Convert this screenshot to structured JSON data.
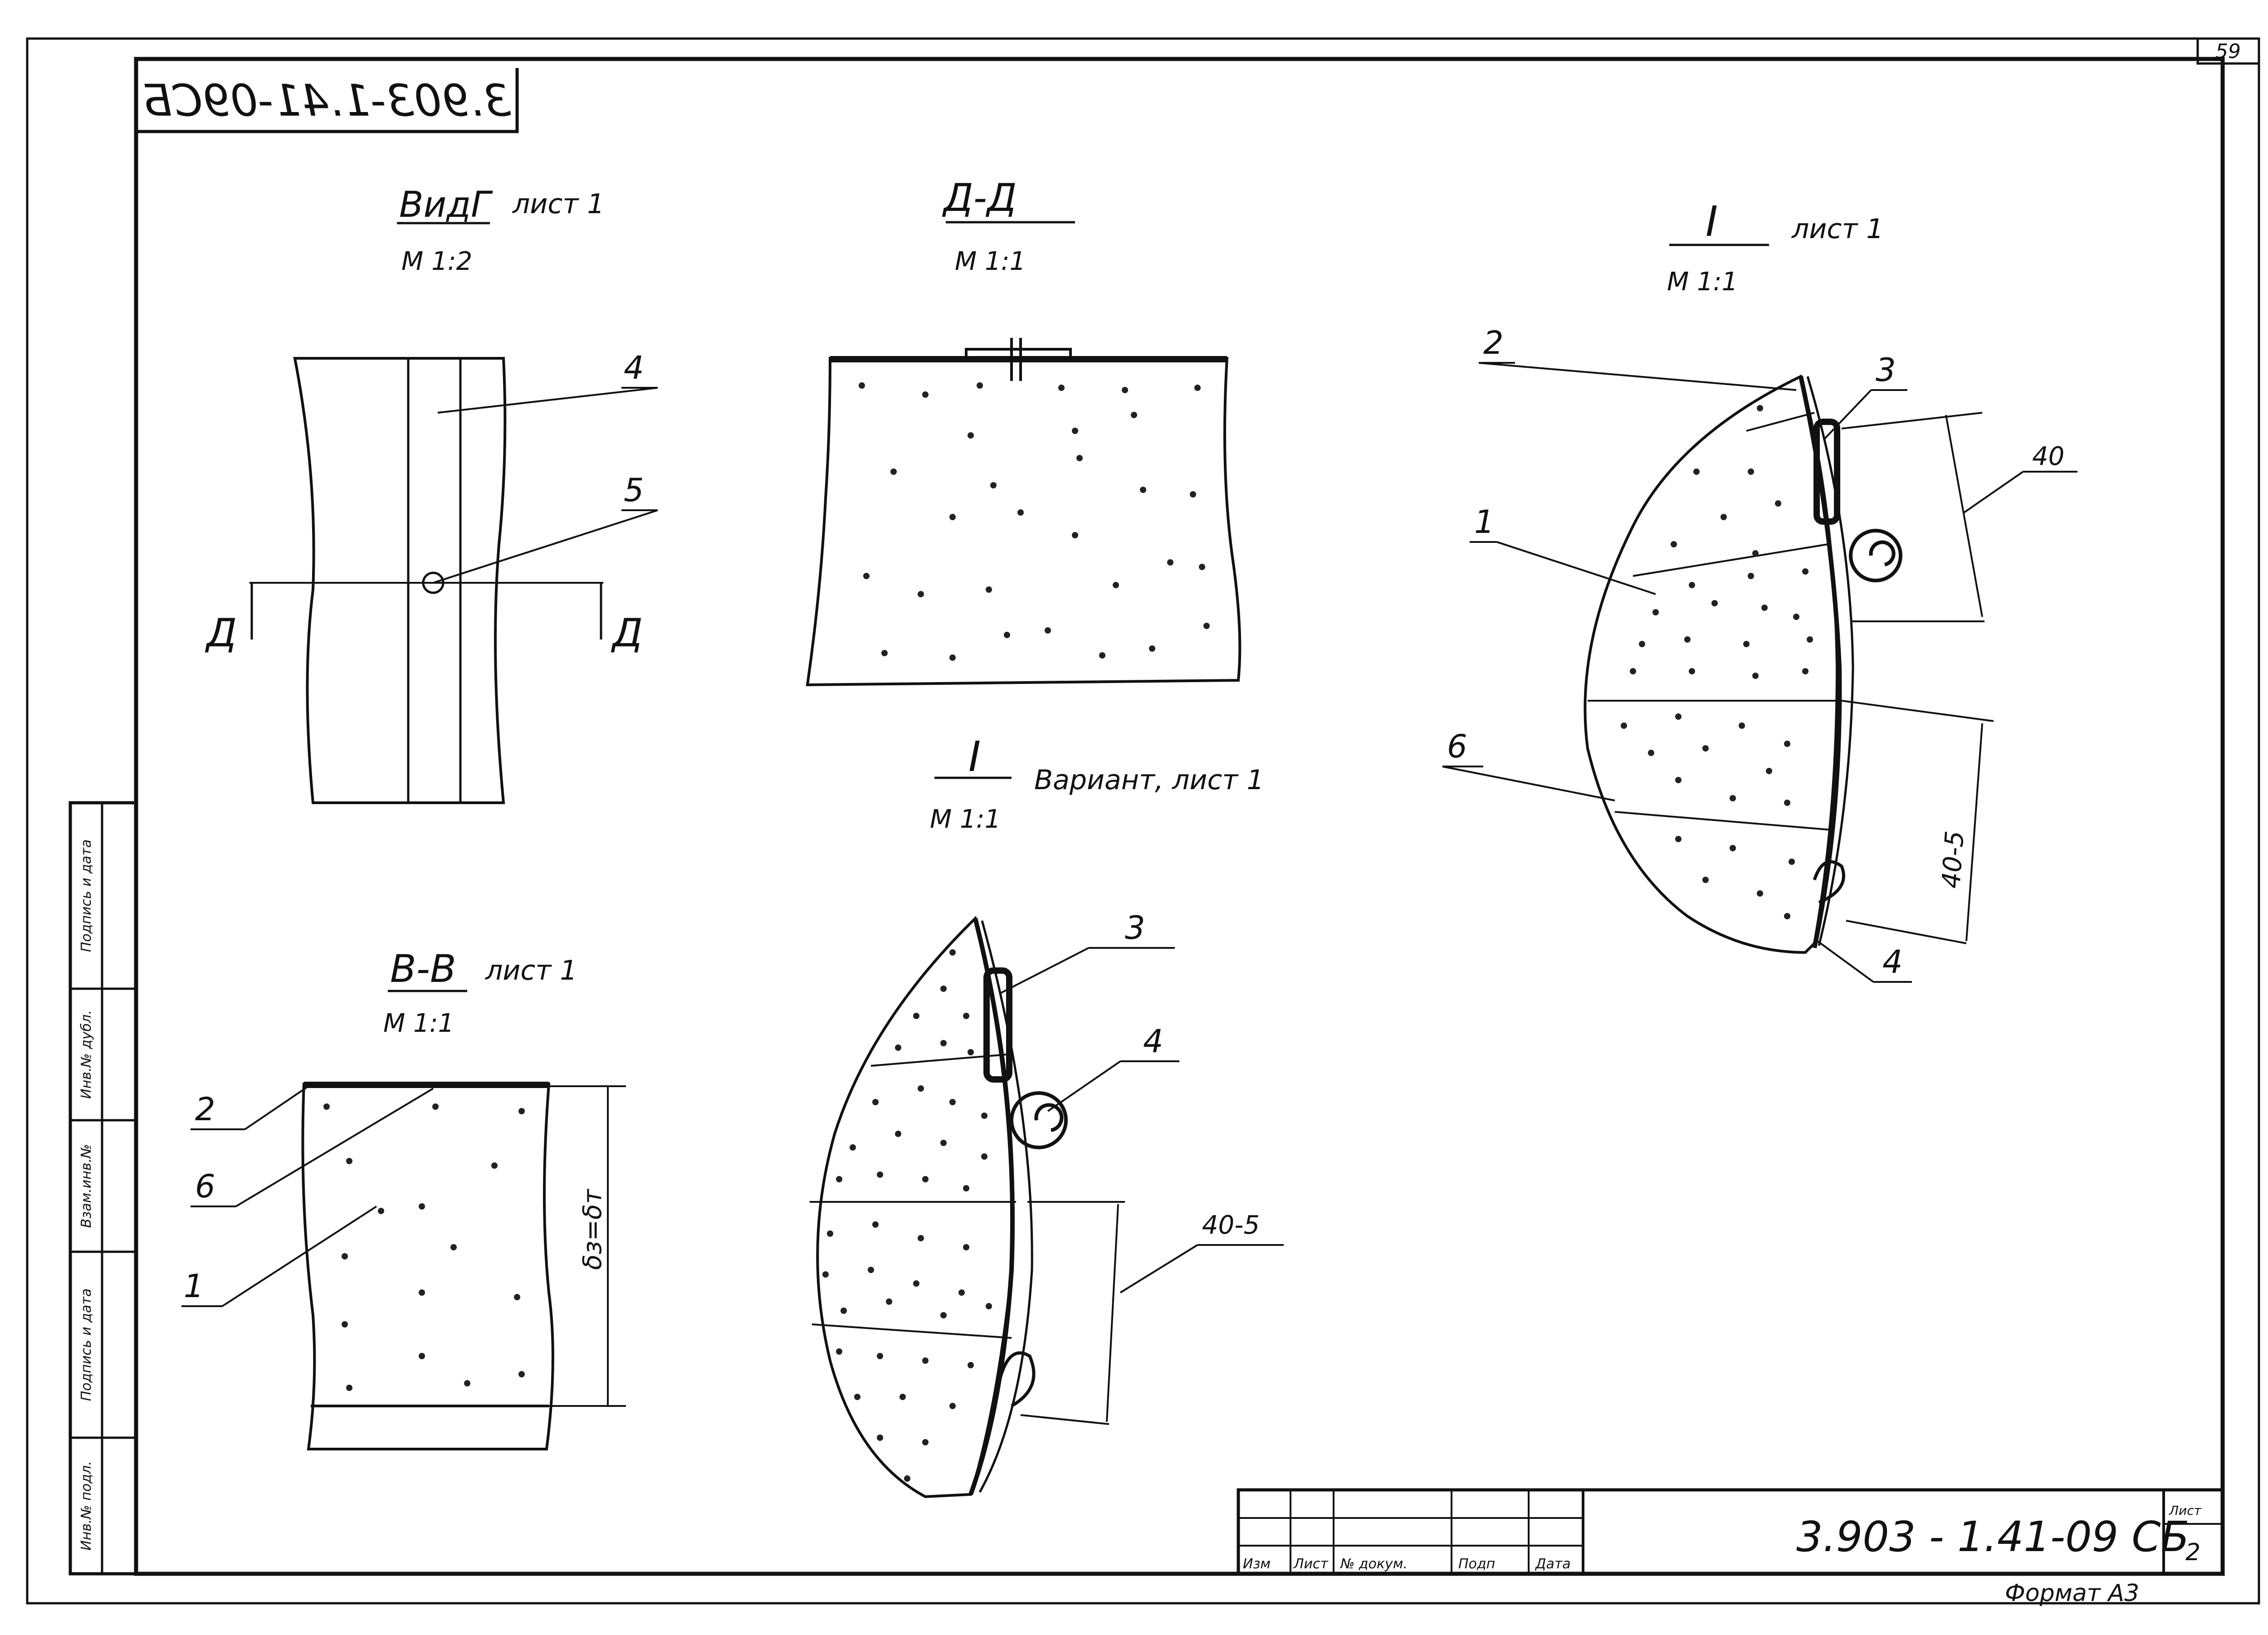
{
  "page_number": "59",
  "doc_code_mirrored": "3.903-1.41-09СБ",
  "views": {
    "vid_g": {
      "title": "ВидГ",
      "sheet_ref": "лист 1",
      "scale": "М 1:2"
    },
    "d_d": {
      "title": "Д-Д",
      "scale": "М 1:1"
    },
    "i_right": {
      "title": "I",
      "sheet_ref": "лист 1",
      "scale": "М 1:1"
    },
    "i_variant": {
      "title": "I",
      "sheet_ref": "Вариант, лист 1",
      "scale": "М 1:1"
    },
    "v_v": {
      "title": "В-В",
      "sheet_ref": "лист 1",
      "scale": "М 1:1"
    }
  },
  "section_marks": {
    "left": "Д",
    "right": "Д"
  },
  "callouts": {
    "vid_g": [
      "4",
      "5"
    ],
    "i_right": [
      "2",
      "3",
      "1",
      "6",
      "4"
    ],
    "i_variant": [
      "3",
      "4"
    ],
    "v_v": [
      "2",
      "6",
      "1"
    ]
  },
  "dimensions": {
    "i_right_top": "40",
    "i_right_bottom": "40-5",
    "i_variant": "40-5",
    "v_v": "δз=δт"
  },
  "side_stamp": [
    "Инв.№ подл.",
    "Подпись и дата",
    "Взам.инв.№",
    "Инв.№ дубл.",
    "Подпись и дата"
  ],
  "title_block": {
    "headers": [
      "Изм",
      "Лист",
      "№ докум.",
      "Подп",
      "Дата"
    ],
    "designation": "3.903 - 1.41-09 СБ",
    "sheet_label": "Лист",
    "sheet_number": "2",
    "format": "Формат А3"
  }
}
